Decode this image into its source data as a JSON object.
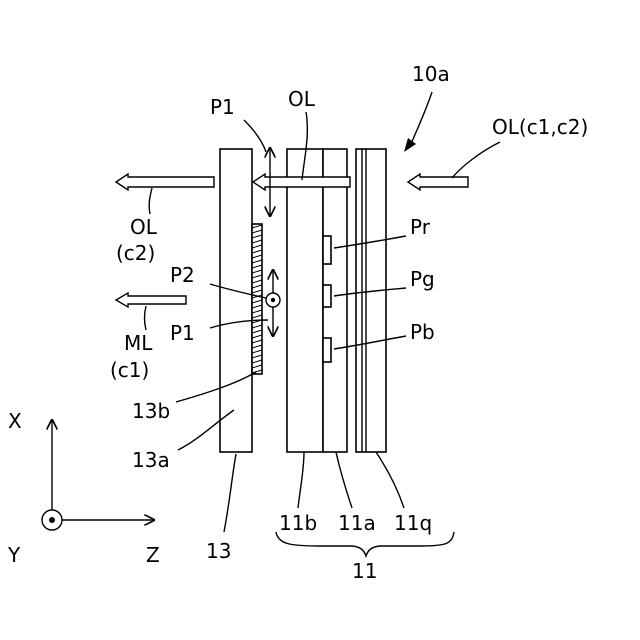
{
  "labels": {
    "device": "10a",
    "ol_top": "OL",
    "ol_in": "OL(c1,c2)",
    "p1_top": "P1",
    "ol_out": "OL",
    "ol_out_sub": "(c2)",
    "ml_out": "ML",
    "ml_out_sub": "(c1)",
    "p2": "P2",
    "p1_mid": "P1",
    "pr": "Pr",
    "pg": "Pg",
    "pb": "Pb",
    "l13b": "13b",
    "l13a": "13a",
    "l13": "13",
    "l11b": "11b",
    "l11a": "11a",
    "l11q": "11q",
    "l11": "11",
    "axis_x": "X",
    "axis_y": "Y",
    "axis_z": "Z"
  }
}
